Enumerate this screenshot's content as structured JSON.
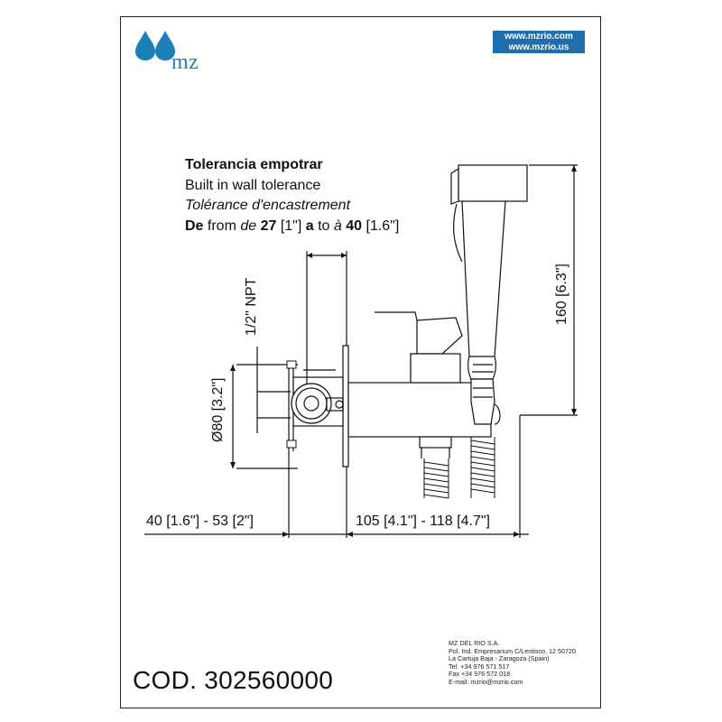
{
  "header": {
    "brand": "mz",
    "websites": [
      "www.mzrio.com",
      "www.mzrio.us"
    ],
    "brand_color": "#1d7fb8",
    "web_box_color": "#1f6fae"
  },
  "tolerance": {
    "line1": "Tolerancia empotrar",
    "line2": "Built in wall tolerance",
    "line3": "Tolérance d'encastrement",
    "line4": {
      "de": "De",
      "from": " from ",
      "de_fr": "de",
      "min": " 27",
      "min_in": " [1\"] ",
      "a": "a",
      "to": " to ",
      "a_fr": "à",
      "max": " 40",
      "max_in": " [1.6\"]"
    }
  },
  "dimensions": {
    "thread": "1/2\" NPT",
    "diameter": "Ø80 [3.2\"]",
    "height": "160 [6.3\"]",
    "depth_left": "40 [1.6\"] - 53 [2\"]",
    "depth_right": "105 [4.1\"] - 118 [4.7\"]"
  },
  "company": {
    "name": "MZ DEL RIO S.A.",
    "address1": "Pol. Ind. Empresarium C/Lentisco, 12  50720",
    "address2": "La Cartuja Baja - Zaragoza (Spain)",
    "tel": "Tel. +34 976 571 517",
    "fax": "Fax +34 976 572 018",
    "email": "E-mail: mzrio@mzrio.com"
  },
  "product": {
    "code": "COD. 302560000"
  }
}
